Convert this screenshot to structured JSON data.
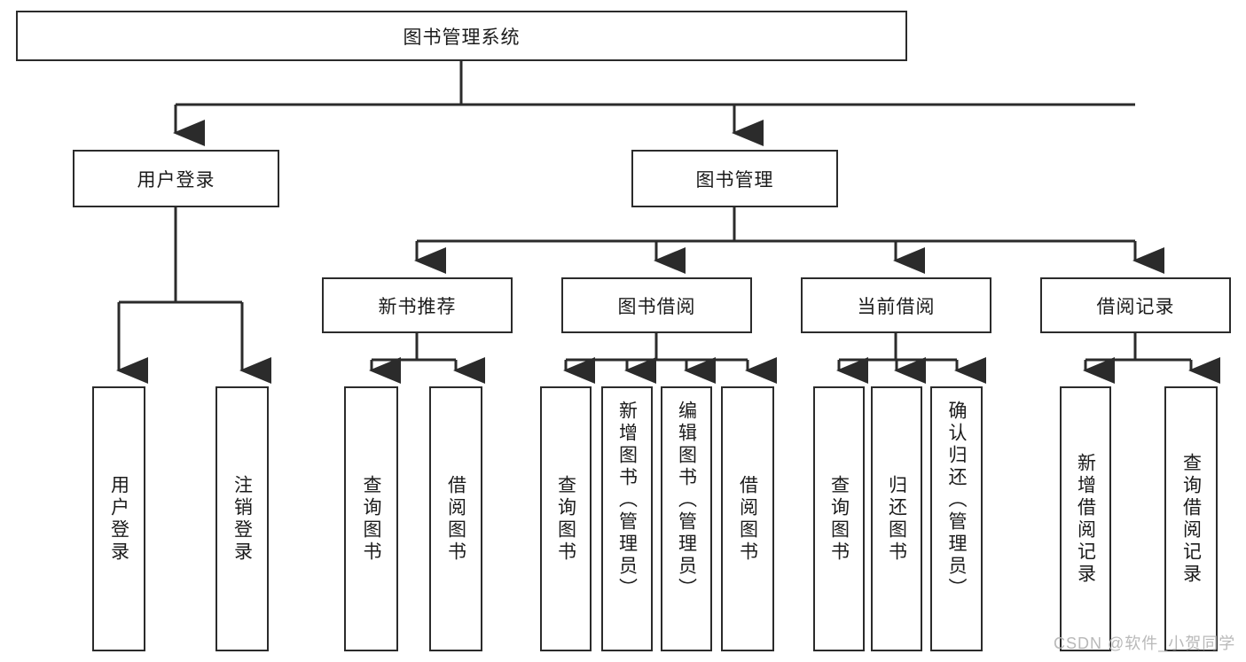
{
  "diagram": {
    "type": "tree-hierarchy",
    "title": "图书管理系统",
    "watermark": "CSDN @软件_小贺同学",
    "colors": {
      "box_border": "#2b2b2b",
      "box_fill": "#ffffff",
      "connector": "#2b2b2b",
      "text": "#1b1b1b",
      "watermark": "#b9b9b9"
    },
    "nodes": {
      "root": "图书管理系统",
      "level2": {
        "user_login": "用户登录",
        "book_manage": "图书管理"
      },
      "level3": {
        "new_book_rec": "新书推荐",
        "book_borrow": "图书借阅",
        "current_borrow": "当前借阅",
        "borrow_record": "借阅记录"
      },
      "leaves": {
        "user_login_1": "用户登录",
        "user_login_2": "注销登录",
        "new_book_rec_1": "查询图书",
        "new_book_rec_2": "借阅图书",
        "book_borrow_1": "查询图书",
        "book_borrow_2": "新增图书（管理员）",
        "book_borrow_3": "编辑图书（管理员）",
        "book_borrow_4": "借阅图书",
        "current_borrow_1": "查询图书",
        "current_borrow_2": "归还图书",
        "current_borrow_3": "确认归还（管理员）",
        "borrow_record_1": "新增借阅记录",
        "borrow_record_2": "查询借阅记录"
      }
    },
    "edges": [
      {
        "from": "图书管理系统",
        "to": "用户登录"
      },
      {
        "from": "图书管理系统",
        "to": "图书管理"
      },
      {
        "from": "用户登录",
        "to": "用户登录"
      },
      {
        "from": "用户登录",
        "to": "注销登录"
      },
      {
        "from": "图书管理",
        "to": "新书推荐"
      },
      {
        "from": "图书管理",
        "to": "图书借阅"
      },
      {
        "from": "图书管理",
        "to": "当前借阅"
      },
      {
        "from": "图书管理",
        "to": "借阅记录"
      },
      {
        "from": "新书推荐",
        "to": "查询图书"
      },
      {
        "from": "新书推荐",
        "to": "借阅图书"
      },
      {
        "from": "图书借阅",
        "to": "查询图书"
      },
      {
        "from": "图书借阅",
        "to": "新增图书（管理员）"
      },
      {
        "from": "图书借阅",
        "to": "编辑图书（管理员）"
      },
      {
        "from": "图书借阅",
        "to": "借阅图书"
      },
      {
        "from": "当前借阅",
        "to": "查询图书"
      },
      {
        "from": "当前借阅",
        "to": "归还图书"
      },
      {
        "from": "当前借阅",
        "to": "确认归还（管理员）"
      },
      {
        "from": "借阅记录",
        "to": "新增借阅记录"
      },
      {
        "from": "借阅记录",
        "to": "查询借阅记录"
      }
    ]
  }
}
